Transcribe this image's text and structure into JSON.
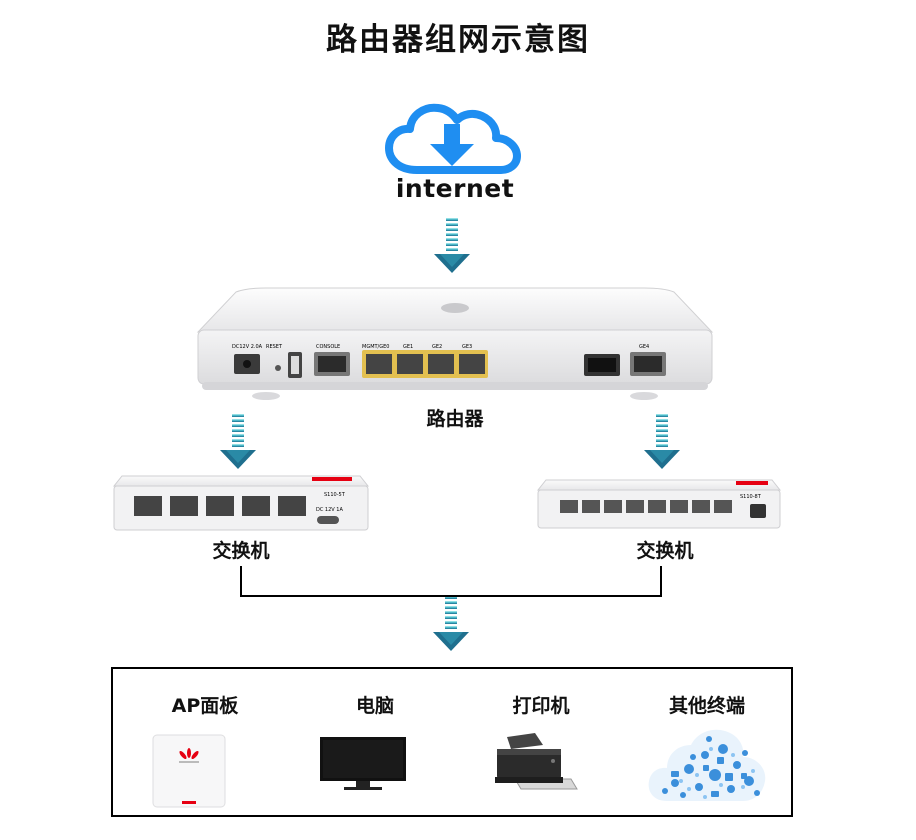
{
  "title": "路由器组网示意图",
  "internet": {
    "label": "internet",
    "icon": "cloud-download-icon",
    "color": "#1f8ef1"
  },
  "router": {
    "label": "路由器",
    "ports": [
      "DC12V 2.0A",
      "RESET",
      "CONSOLE",
      "MGMT/GE0",
      "GE1",
      "GE2",
      "GE3",
      "GE4"
    ],
    "logo_color": "#e60012"
  },
  "switches": [
    {
      "label": "交换机",
      "model": "S110-5T",
      "power": "DC 12V 1A"
    },
    {
      "label": "交换机",
      "model": "S110-8T"
    }
  ],
  "endpoints": [
    {
      "label": "AP面板",
      "icon": "ap-panel-icon"
    },
    {
      "label": "电脑",
      "icon": "monitor-icon"
    },
    {
      "label": "打印机",
      "icon": "printer-icon"
    },
    {
      "label": "其他终端",
      "icon": "cloud-devices-icon"
    }
  ],
  "colors": {
    "arrow_top": "#a8eef0",
    "arrow_bottom": "#1f7a96",
    "line": "#000000"
  }
}
